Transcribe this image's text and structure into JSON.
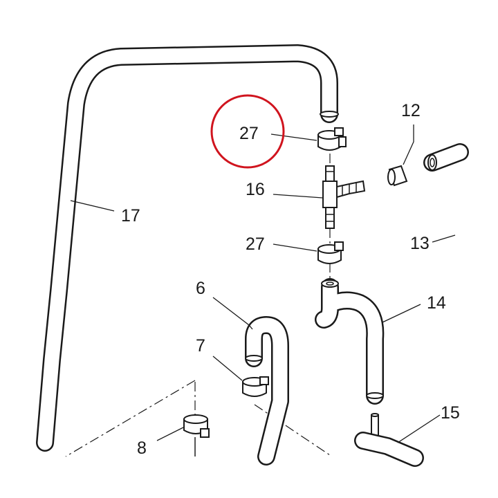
{
  "highlight_color": "#d0141e",
  "labels": {
    "p27_top": "27",
    "p12": "12",
    "p16": "16",
    "p17": "17",
    "p13": "13",
    "p27_bottom": "27",
    "p6": "6",
    "p14": "14",
    "p7": "7",
    "p15": "15",
    "p8": "8"
  }
}
